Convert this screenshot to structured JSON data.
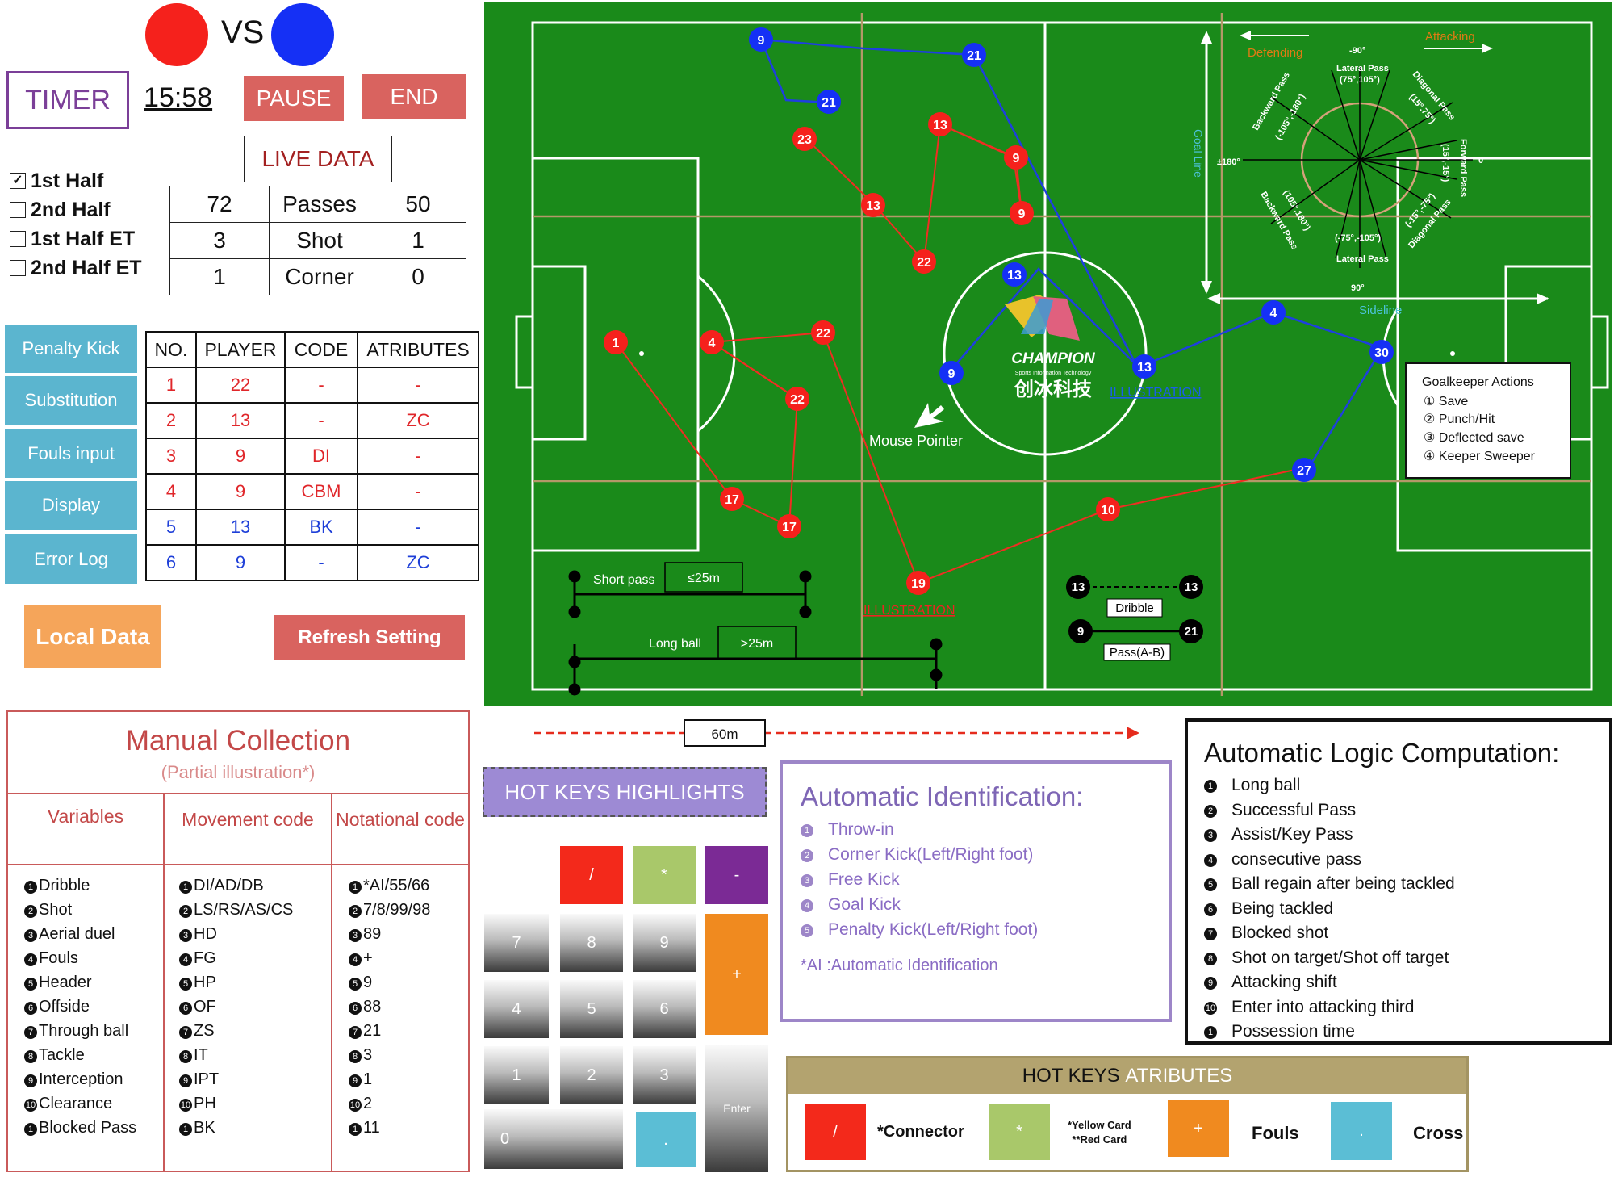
{
  "header": {
    "vs_label": "VS",
    "team_colors": {
      "home": "#f5211c",
      "away": "#1530f5"
    },
    "timer_label": "TIMER",
    "timer_value": "15:58",
    "pause_label": "PAUSE",
    "end_label": "END",
    "live_data_label": "LIVE DATA"
  },
  "halves": [
    {
      "label": "1st Half",
      "checked": true
    },
    {
      "label": "2nd Half",
      "checked": false
    },
    {
      "label": "1st Half ET",
      "checked": false
    },
    {
      "label": "2nd Half ET",
      "checked": false
    }
  ],
  "live_stats": [
    {
      "home": "72",
      "stat": "Passes",
      "away": "50"
    },
    {
      "home": "3",
      "stat": "Shot",
      "away": "1"
    },
    {
      "home": "1",
      "stat": "Corner",
      "away": "0"
    }
  ],
  "side_menu": [
    "Penalty Kick",
    "Substitution",
    "Fouls input",
    "Display",
    "Error Log"
  ],
  "player_table": {
    "headers": [
      "NO.",
      "PLAYER",
      "CODE",
      "ATRIBUTES"
    ],
    "rows": [
      {
        "no": "1",
        "player": "22",
        "code": "-",
        "attr": "-",
        "team": "red"
      },
      {
        "no": "2",
        "player": "13",
        "code": "-",
        "attr": "ZC",
        "team": "red"
      },
      {
        "no": "3",
        "player": "9",
        "code": "DI",
        "attr": "-",
        "team": "red"
      },
      {
        "no": "4",
        "player": "9",
        "code": "CBM",
        "attr": "-",
        "team": "red"
      },
      {
        "no": "5",
        "player": "13",
        "code": "BK",
        "attr": "-",
        "team": "blue"
      },
      {
        "no": "6",
        "player": "9",
        "code": "-",
        "attr": "ZC",
        "team": "blue"
      }
    ]
  },
  "buttons": {
    "local_data": "Local Data",
    "refresh": "Refresh Setting"
  },
  "field": {
    "defending": "Defending",
    "attacking": "Attacking",
    "goal_line": "Goal Line",
    "sideline": "Sideline",
    "mouse_pointer": "Mouse Pointer",
    "illustration": "ILLUSTRATION",
    "logo_text": "CHAMPION",
    "logo_sub": "Sports Information Technology",
    "logo_cn": "创冰科技",
    "short_pass": "Short pass",
    "short_pass_dist": "≤25m",
    "long_ball": "Long ball",
    "long_ball_dist": ">25m",
    "dribble": "Dribble",
    "pass_ab": "Pass(A-B)",
    "distance_60": "60m",
    "goalkeeper": {
      "title": "Goalkeeper Actions",
      "items": [
        "① Save",
        "② Punch/Hit",
        "③ Deflected save",
        "④ Keeper Sweeper"
      ]
    },
    "angles": {
      "top": "-90°",
      "bottom": "90°",
      "left": "±180°",
      "right": "0°",
      "lateral_top": "Lateral Pass",
      "lateral_top_range": "(75°,105°)",
      "lateral_bottom": "Lateral Pass",
      "lateral_bottom_range": "(-75°,-105°)",
      "backward_top": "Backward Pass",
      "backward_top_range": "(-105°,-180°)",
      "backward_bottom": "Backward Pass",
      "backward_bottom_range": "(105°,180°)",
      "diag_top": "Diagonal Pass",
      "diag_top_range": "(15°,75°)",
      "diag_bottom": "Diagonal Pass",
      "diag_bottom_range": "(-15°,-75°)",
      "forward": "Forward Pass",
      "forward_range": "(15°,-15°)"
    },
    "red_players": [
      "9",
      "13",
      "23",
      "13",
      "9",
      "22",
      "1",
      "4",
      "22",
      "22",
      "17",
      "17",
      "19",
      "10"
    ],
    "blue_players": [
      "9",
      "21",
      "21",
      "13",
      "9",
      "13",
      "4",
      "30",
      "27"
    ],
    "black_players": [
      "13",
      "13",
      "9",
      "21"
    ]
  },
  "manual": {
    "title": "Manual Collection",
    "subtitle": "(Partial illustration*)",
    "col_headers": [
      "Variables",
      "Movement code",
      "Notational code"
    ],
    "variables": [
      "Dribble",
      "Shot",
      "Aerial duel",
      "Fouls",
      "Header",
      "Offside",
      "Through ball",
      "Tackle",
      "Interception",
      "Clearance",
      "Blocked Pass"
    ],
    "movement": [
      "DI/AD/DB",
      "LS/RS/AS/CS",
      "HD",
      "FG",
      "HP",
      "OF",
      "ZS",
      "IT",
      "IPT",
      "PH",
      "BK"
    ],
    "notational": [
      "*AI/55/66",
      "7/8/99/98",
      "89",
      "+",
      "9",
      "88",
      "21",
      "3",
      "1",
      "2",
      "11"
    ],
    "numbers": [
      "1",
      "2",
      "3",
      "4",
      "5",
      "6",
      "7",
      "8",
      "9",
      "10",
      "1"
    ]
  },
  "hotkeys": {
    "title": "HOT KEYS HIGHLIGHTS",
    "keys": {
      "slash": "/",
      "star": "*",
      "minus": "-",
      "k7": "7",
      "k8": "8",
      "k9": "9",
      "plus": "+",
      "k4": "4",
      "k5": "5",
      "k6": "6",
      "k1": "1",
      "k2": "2",
      "k3": "3",
      "enter": "Enter",
      "k0": "0",
      "dot": "."
    }
  },
  "auto_id": {
    "title": "Automatic Identification:",
    "items": [
      "Throw-in",
      "Corner Kick(Left/Right foot)",
      "Free Kick",
      "Goal Kick",
      "Penalty Kick(Left/Right foot)"
    ],
    "note": "*AI :Automatic Identification"
  },
  "auto_logic": {
    "title": "Automatic Logic Computation:",
    "items": [
      "Long ball",
      "Successful Pass",
      "Assist/Key Pass",
      "consecutive pass",
      "Ball regain after being tackled",
      "Being tackled",
      "Blocked shot",
      "Shot on target/Shot off target",
      "Attacking shift",
      "Enter into attacking third",
      "Possession time"
    ],
    "numbers": [
      "1",
      "2",
      "3",
      "4",
      "5",
      "6",
      "7",
      "8",
      "9",
      "10",
      "1"
    ]
  },
  "hotkey_attr": {
    "title_a": "HOT KEYS ",
    "title_b": "ATRIBUTES",
    "items": [
      {
        "key": "/",
        "label": "*Connector"
      },
      {
        "key": "*",
        "label": "*Yellow Card",
        "label2": "**Red Card"
      },
      {
        "key": "+",
        "label": "Fouls"
      },
      {
        "key": ".",
        "label": "Cross"
      }
    ]
  }
}
